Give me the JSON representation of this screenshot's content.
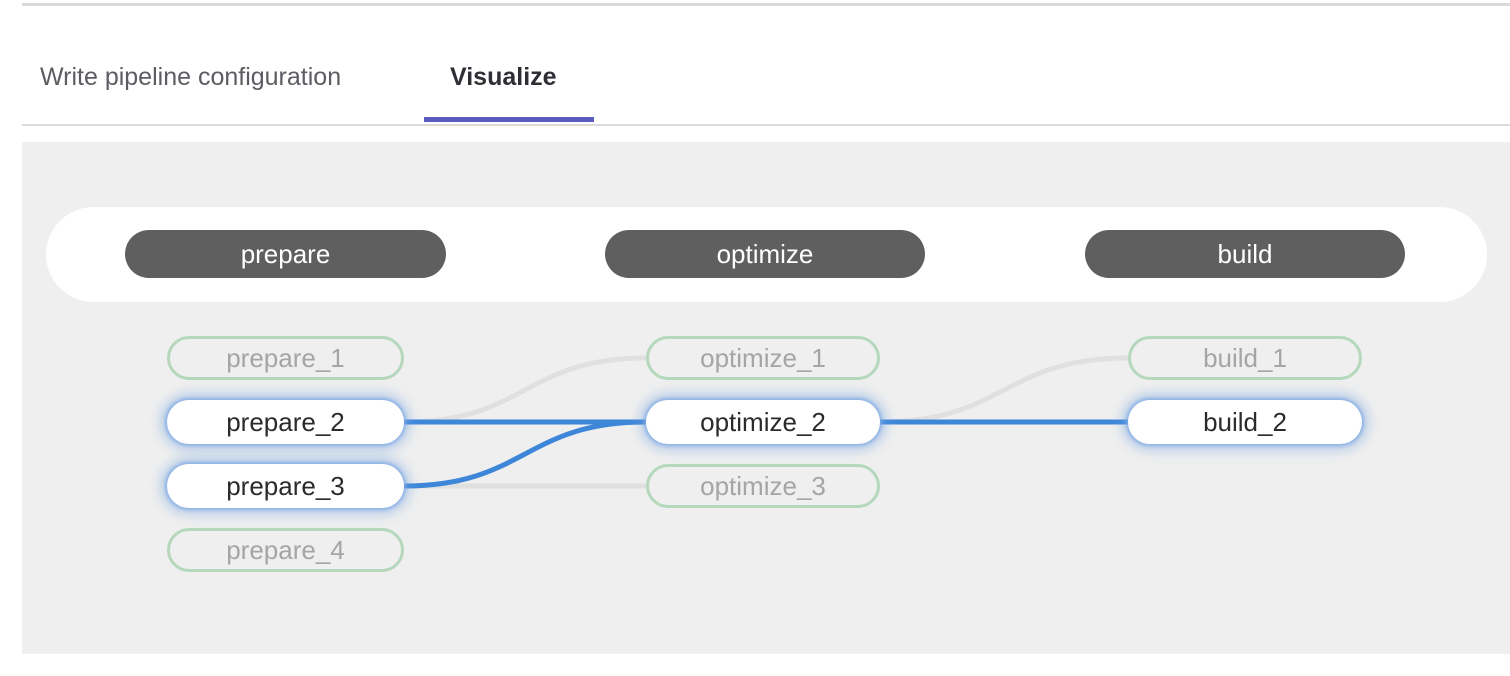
{
  "tabs": [
    {
      "label": "Write pipeline configuration",
      "active": false
    },
    {
      "label": "Visualize",
      "active": true
    }
  ],
  "pipeline": {
    "stages": [
      {
        "name": "prepare",
        "jobs": [
          {
            "name": "prepare_1",
            "state": "dimmed"
          },
          {
            "name": "prepare_2",
            "state": "highlighted"
          },
          {
            "name": "prepare_3",
            "state": "highlighted"
          },
          {
            "name": "prepare_4",
            "state": "dimmed"
          }
        ]
      },
      {
        "name": "optimize",
        "jobs": [
          {
            "name": "optimize_1",
            "state": "dimmed"
          },
          {
            "name": "optimize_2",
            "state": "highlighted"
          },
          {
            "name": "optimize_3",
            "state": "dimmed"
          }
        ]
      },
      {
        "name": "build",
        "jobs": [
          {
            "name": "build_1",
            "state": "dimmed"
          },
          {
            "name": "build_2",
            "state": "highlighted"
          }
        ]
      }
    ],
    "links": [
      {
        "from": "prepare_2",
        "to": "optimize_1",
        "state": "dimmed"
      },
      {
        "from": "prepare_3",
        "to": "optimize_3",
        "state": "dimmed"
      },
      {
        "from": "optimize_2",
        "to": "build_1",
        "state": "dimmed"
      },
      {
        "from": "prepare_2",
        "to": "optimize_2",
        "state": "highlighted"
      },
      {
        "from": "prepare_3",
        "to": "optimize_2",
        "state": "highlighted"
      },
      {
        "from": "optimize_2",
        "to": "build_2",
        "state": "highlighted"
      }
    ]
  },
  "colors": {
    "tab_indicator": "#5a5cbe",
    "link_highlight": "#3e86d8",
    "link_dimmed": "#e0e0e0",
    "node_dimmed_border": "#b5d8bd",
    "stage_pill_bg": "#5f5f5f",
    "panel_bg": "#efefef"
  }
}
